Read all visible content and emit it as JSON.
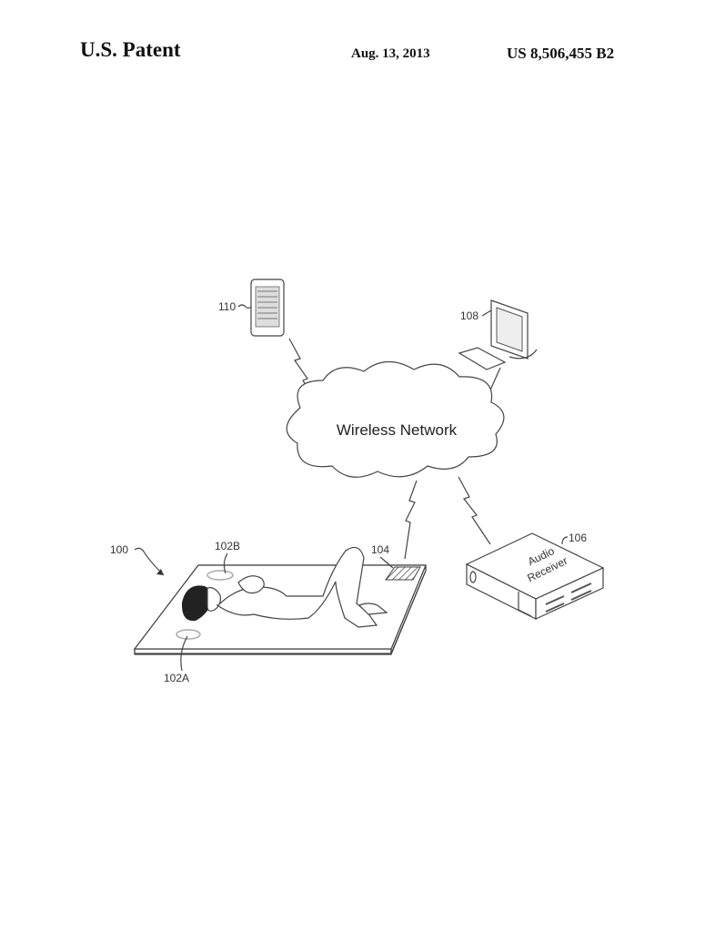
{
  "header": {
    "title": "U.S. Patent",
    "date": "Aug. 13, 2013",
    "patent_number": "US 8,506,455 B2"
  },
  "figure": {
    "cloud_label": "Wireless Network",
    "receiver_label_line1": "Audio",
    "receiver_label_line2": "Receiver",
    "refs": {
      "system": "100",
      "sensor_a": "102A",
      "sensor_b": "102B",
      "transmitter": "104",
      "receiver": "106",
      "computer": "108",
      "phone": "110"
    }
  }
}
